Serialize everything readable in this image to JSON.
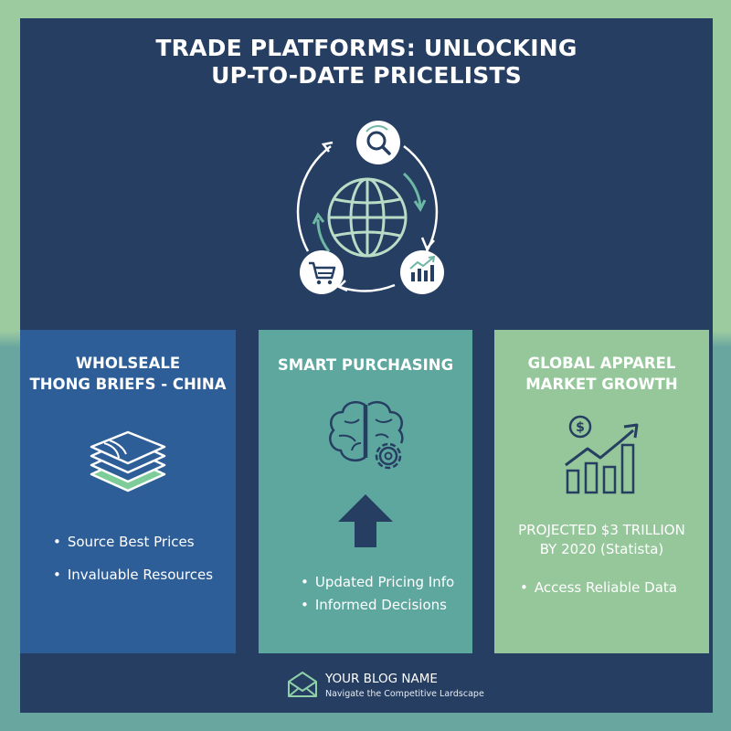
{
  "title": {
    "line1": "TRADE PLATFORMS: UNLOCKING",
    "line2": "UP-TO-DATE PRICELISTS"
  },
  "hero": {
    "icons": [
      "search-icon",
      "globe-icon",
      "shopping-cart-icon",
      "bar-chart-icon"
    ]
  },
  "cards": [
    {
      "title_line1": "WHOLSEALE",
      "title_line2": "THONG BRIEFS - CHINA",
      "icon": "stacked-fabric-icon",
      "bullets": [
        "Source Best Prices",
        "Invaluable Resources"
      ]
    },
    {
      "title_line1": "SMART PURCHASING",
      "icon": "brain-gear-icon",
      "arrow_icon": "arrow-up-icon",
      "bullets": [
        "Updated Pricing Info",
        "Informed Decisions"
      ]
    },
    {
      "title_line1": "GLOBAL APPAREL",
      "title_line2": "MARKET GROWTH",
      "icon": "growth-chart-icon",
      "projected_line1": "PROJECTED $3 TRILLION",
      "projected_line2": "BY 2020 (Statista)",
      "bullets": [
        "Access Reliable Data"
      ]
    }
  ],
  "footer": {
    "icon": "envelope-icon",
    "blog_name": "YOUR BLOG NAME",
    "tagline": "Navigate the Competitive Lardscape"
  },
  "colors": {
    "frame": "#253e61",
    "card_blue": "#2e5e98",
    "card_teal": "#5ea79f",
    "card_green": "#95c79b",
    "accent": "#6aa6a0"
  }
}
